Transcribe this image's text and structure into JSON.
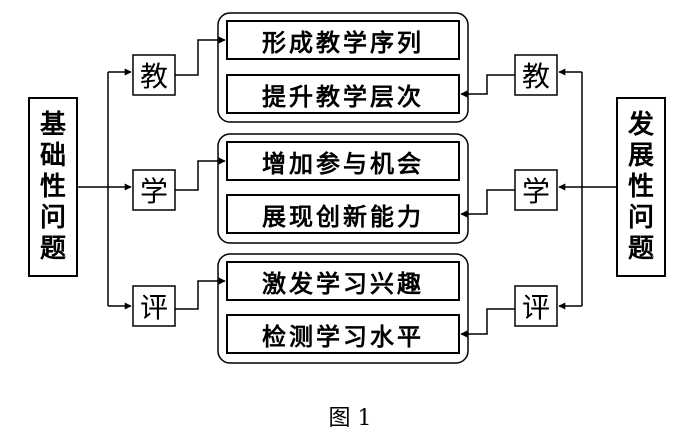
{
  "left_problem": {
    "label": "基\n础\n性\n问\n题"
  },
  "right_problem": {
    "label": "发\n展\n性\n问\n题"
  },
  "stages": [
    {
      "char": "教",
      "items": [
        "形成教学序列",
        "提升教学层次"
      ]
    },
    {
      "char": "学",
      "items": [
        "增加参与机会",
        "展现创新能力"
      ]
    },
    {
      "char": "评",
      "items": [
        "激发学习兴趣",
        "检测学习水平"
      ]
    }
  ],
  "caption": "图 1"
}
